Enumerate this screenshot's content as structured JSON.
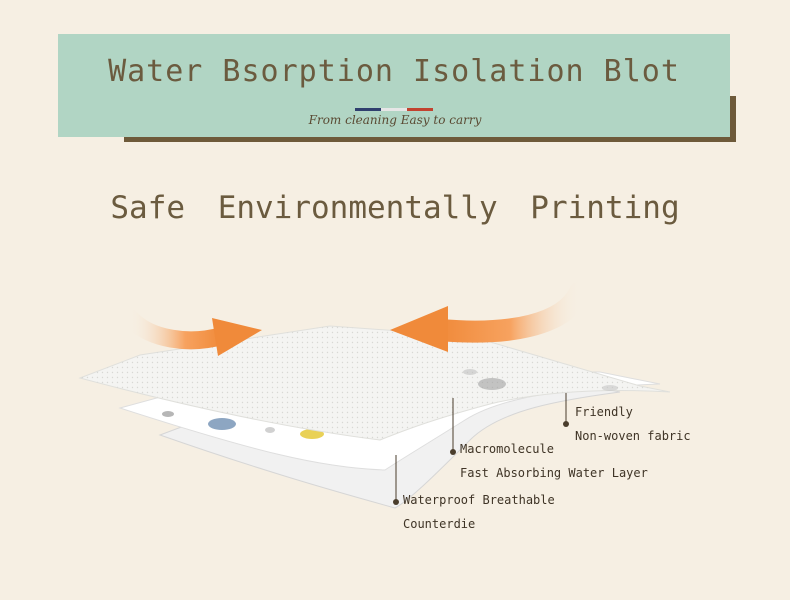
{
  "banner": {
    "title": "Water Bsorption Isolation Blot",
    "tagline": "From cleaning Easy to carry",
    "colors": {
      "background": "#b1d5c4",
      "shadow": "#6e5a3a",
      "text": "#6b5b3f"
    },
    "rule_colors": [
      "#2f3f6e",
      "#d9d9d9",
      "#c2422f"
    ]
  },
  "headline": "Safe  Environmentally  Printing",
  "illustration": {
    "arrow_color": "#f08a3a",
    "arrow_icon": "curved-arrow-icon"
  },
  "callouts": [
    {
      "line1": "Friendly",
      "line2": "Non-woven fabric"
    },
    {
      "line1": "Macromolecule",
      "line2": "Fast Absorbing Water Layer"
    },
    {
      "line1": "Waterproof Breathable",
      "line2": "Counterdie"
    }
  ]
}
